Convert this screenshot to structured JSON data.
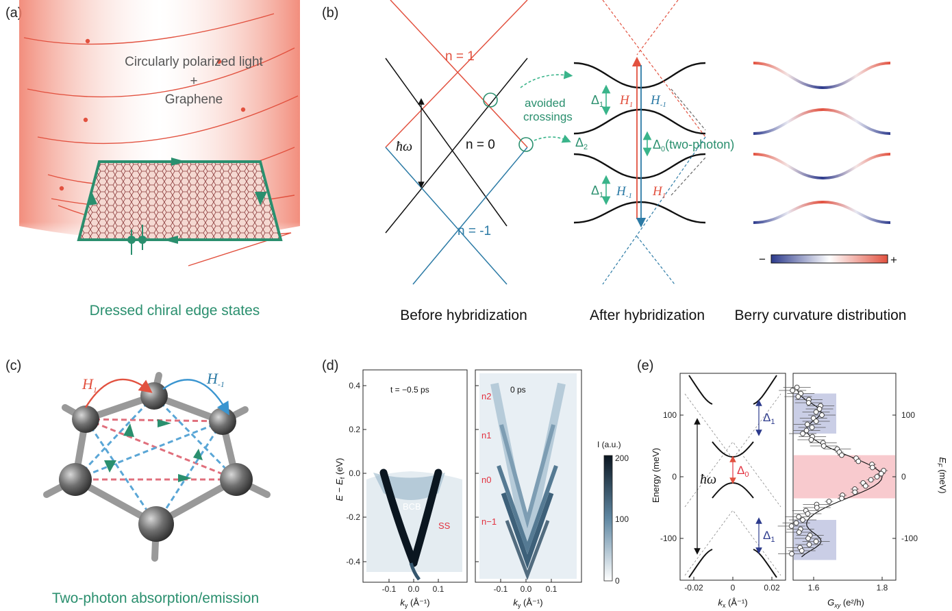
{
  "colors": {
    "teal": "#2a8f6e",
    "teal_light": "#39b48a",
    "red": "#e2513f",
    "blue": "#2b7aa5",
    "navy": "#2c3a8c",
    "beam": "#f3a89b"
  },
  "panel_a": {
    "label": "(a)",
    "beam_line1": "Circularly polarized light",
    "beam_plus": "+",
    "beam_line2": "Graphene",
    "caption": "Dressed chiral edge states"
  },
  "panel_b": {
    "label": "(b)",
    "n_top": "n = 1",
    "n_mid": "n = 0",
    "n_bot": "n = -1",
    "hbar_omega": "ħω",
    "avoided_1": "avoided",
    "avoided_2": "crossings",
    "delta1": "Δ",
    "delta1_sub": "1",
    "delta2": "Δ",
    "delta2_sub": "2",
    "delta0": "Δ",
    "delta0_sub": "0",
    "two_photon": "(two-photon)",
    "H": "H",
    "H1_sub": "1",
    "Hm1_sub": "-1",
    "colorbar_minus": "−",
    "colorbar_plus": "+",
    "caption_before": "Before hybridization",
    "caption_after": "After hybridization",
    "caption_berry": "Berry curvature distribution"
  },
  "panel_c": {
    "label": "(c)",
    "H": "H",
    "H1_sub": "1",
    "Hm1_sub": "-1",
    "caption": "Two-photon absorption/emission"
  },
  "panel_d": {
    "label": "(d)",
    "left_title": "t = −0.5 ps",
    "right_title": "0 ps",
    "bcb": "BCB",
    "ss": "SS",
    "floquet_labels": [
      "n2",
      "n1",
      "n0",
      "n−1"
    ],
    "ylabel": "E − E",
    "ylabel_sub": "f",
    "ylabel_unit": " (eV)",
    "yticks": [
      "0.4",
      "0.2",
      "0.0",
      "-0.2",
      "-0.4"
    ],
    "xticks": [
      "-0.1",
      "0.0",
      "0.1"
    ],
    "xlabel": "k",
    "xlabel_sub": "y",
    "xlabel_unit": " (Å⁻¹)",
    "colorbar_title": "I (a.u.)",
    "colorbar_ticks": [
      "200",
      "100",
      "0"
    ]
  },
  "panel_e": {
    "label": "(e)",
    "ylabel": "Energy (meV)",
    "yticks": [
      "100",
      "0",
      "-100"
    ],
    "xticks": [
      "-0.02",
      "0",
      "0.02"
    ],
    "xlabel": "k",
    "xlabel_sub": "x",
    "xlabel_unit": " (Å⁻¹)",
    "hbar_omega": "ħω",
    "delta": "Δ",
    "delta0_sub": "0",
    "delta1_sub": "1",
    "right_xticks": [
      "1.6",
      "1.8"
    ],
    "right_xlabel": "G",
    "right_xlabel_sub": "xy",
    "right_xlabel_unit": " (e²/h)",
    "right_ylabel": "E",
    "right_ylabel_sub": "F",
    "right_ylabel_unit": " (meV)",
    "right_yticks": [
      "100",
      "0",
      "-100"
    ]
  }
}
